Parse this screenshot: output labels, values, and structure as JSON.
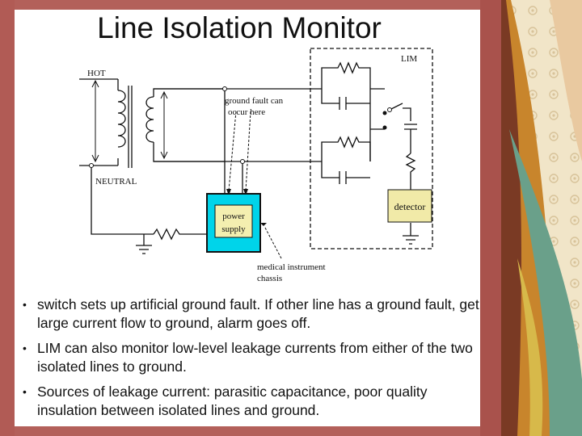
{
  "title": "Line Isolation Monitor",
  "diagram": {
    "hot_label": "HOT",
    "neutral_label": "NEUTRAL",
    "lim_label": "LIM",
    "fault_label_line1": "ground fault can",
    "fault_label_line2": "occur here",
    "power_line1": "power",
    "power_line2": "supply",
    "detector_label": "detector",
    "chassis_line1": "medical instrument",
    "chassis_line2": "chassis",
    "colors": {
      "power_supply": "#00d4ea",
      "detector": "#f1eaa8"
    }
  },
  "bullets": [
    "switch sets up artificial ground fault. If other line has a ground fault, get large current flow to ground, alarm goes off.",
    "LIM can also monitor low-level leakage currents from either of the two isolated lines to ground.",
    "Sources of leakage current: parasitic capacitance, poor quality insulation between isolated lines and ground."
  ],
  "bullet_char": "•"
}
